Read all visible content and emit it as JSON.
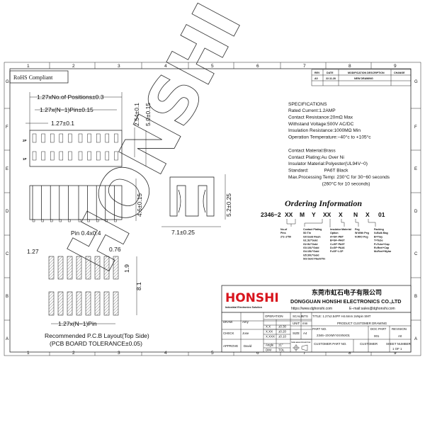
{
  "frame": {
    "columns": [
      "1",
      "2",
      "3",
      "4",
      "5",
      "6",
      "7",
      "8",
      "9"
    ],
    "rows": [
      "G",
      "F",
      "E",
      "D",
      "C",
      "B",
      "A"
    ]
  },
  "rohs": "RoHS Compliant",
  "revision_table": {
    "headers": [
      "REV",
      "DATE",
      "MODIFICATION DESCRIPTION",
      "CHANGE"
    ],
    "rows": [
      [
        "A0",
        "22.11.28",
        "NEW DRAWING",
        ""
      ]
    ]
  },
  "dimensions": {
    "overall_length": "1.27xNo.of Positions±0.3",
    "pitch_span": "1.27x(N−1)Pin±0.15",
    "pitch": "1.27±0.1",
    "row_pitch": "2.54±0.1",
    "width": "5.0±0.15",
    "row2": "2P",
    "row1": "1P",
    "height": "4.6±0.15",
    "pin": "Pin  0.4x0.4",
    "section_height": "5.2±0.25",
    "section_width": "7.1±0.25"
  },
  "pcb_layout": {
    "pitch": "1.27",
    "pad_width": "0.76",
    "pad_length": "1.9",
    "total": "8.1",
    "span": "1.27x(N−1)Pin",
    "caption": "Recommended P.C.B Layout(Top Side)",
    "tolerance": "(PCB BOARD TOLERANCE±0.05)"
  },
  "specifications": {
    "title": "SPECIFICATIONS",
    "lines": [
      "Rated Current:1.2AMP",
      "Contact Resistance:20mΩ Max",
      "Withstand Voltage:500V AC/DC",
      "Insulation Resistance:1000MΩ Min",
      "Operation Temperature:−40°c to +105°c",
      "",
      "Contact Material:Brass",
      "Contact Plating:Au Over Ni",
      "Insulator Material:Polyester(UL94V−0)",
      "Standard:            PA6T Black",
      "Max.Processing Temp: 230°C for 30−60 seconds",
      "                          (260°C for 10 seconds)"
    ]
  },
  "ordering": {
    "title": "Ordering Information",
    "code": [
      "2346−2",
      "XX",
      "M",
      "Y",
      "XX",
      "X",
      "N",
      "X",
      "01"
    ],
    "notes": {
      "pins": [
        "No.of",
        "Pins",
        "2*2~2*50"
      ],
      "plating": [
        "Contact Plating",
        "S0:Tin",
        "G0:Gold Flash",
        "G1:3U\"Gold",
        "G2:5U\"Gold",
        "G3:10U\"Gold",
        "G4:15U\"Gold",
        "G5:30U\"Gold",
        "SG:Gold Flash/Tin"
      ],
      "insulator": [
        "Insulator Material",
        "Option",
        "A=GF−PBT",
        "B=GF−PA6T",
        "C=GF−PA9T",
        "D=GF−PA46",
        "F=GF−LCP"
      ],
      "peg": [
        "Peg",
        "W:With Peg",
        "N:W/O Peg"
      ],
      "packing": [
        "Packing",
        "0=Bulk Bag",
        "B=Tray",
        "T=Tube",
        "P=Tube+Cap",
        "R=Reel+Cap",
        "M=Reel+Mylar"
      ]
    }
  },
  "title_block": {
    "logo": "HONSHI",
    "logo_tagline": "Industrial Electronics Solution",
    "company_cn": "东莞市虹石电子有限公司",
    "company_en": "DONGGUAN HONSHI ELECTRONICS CO.,LTD",
    "website": "https://www.dghonshi.com",
    "email": "E−mail:sales@dghonshi.com",
    "draw_label": "DRAW",
    "draw": "Amy",
    "check_label": "CHECK",
    "check": "Jose",
    "approve_label": "APPROVE",
    "approve": "David",
    "operation": "OPERATION",
    "tolerances": [
      [
        "X.X",
        "±0.30"
      ],
      [
        "X.XX",
        "±0.20"
      ],
      [
        "X.XXX",
        "±0.10"
      ],
      [
        "Angle",
        "±1°"
      ],
      [
        "DIM",
        "TOL"
      ]
    ],
    "scale_label": "SCALE",
    "scale": "NTS",
    "unit_label": "UNIT",
    "unit": "mm",
    "size_label": "SIZE",
    "size": "A4",
    "projection": "THIRD ANGLE PROJECTION",
    "title": "TITLE: 1.27x2.54PF  H4.6mm  2xNpin  SMT",
    "drawing_type": "PRODUCT CUSTOMER DRAWING",
    "part_no_label": "PART NO.",
    "part_no": "2346−2XXMYXXXNX01",
    "doc_part_label": "DOC PART",
    "doc_part": "001",
    "revision_label": "REVISION",
    "revision": "A0",
    "customer_part_label": "CUSTOMER PART NO.",
    "customer_label": "CUSTOMER",
    "sheet_label": "SHEET NUMBER",
    "sheet": "1 OF 1"
  },
  "watermark": "HONSHI",
  "colors": {
    "logo_red": "#d8141c",
    "ink": "#111111"
  }
}
